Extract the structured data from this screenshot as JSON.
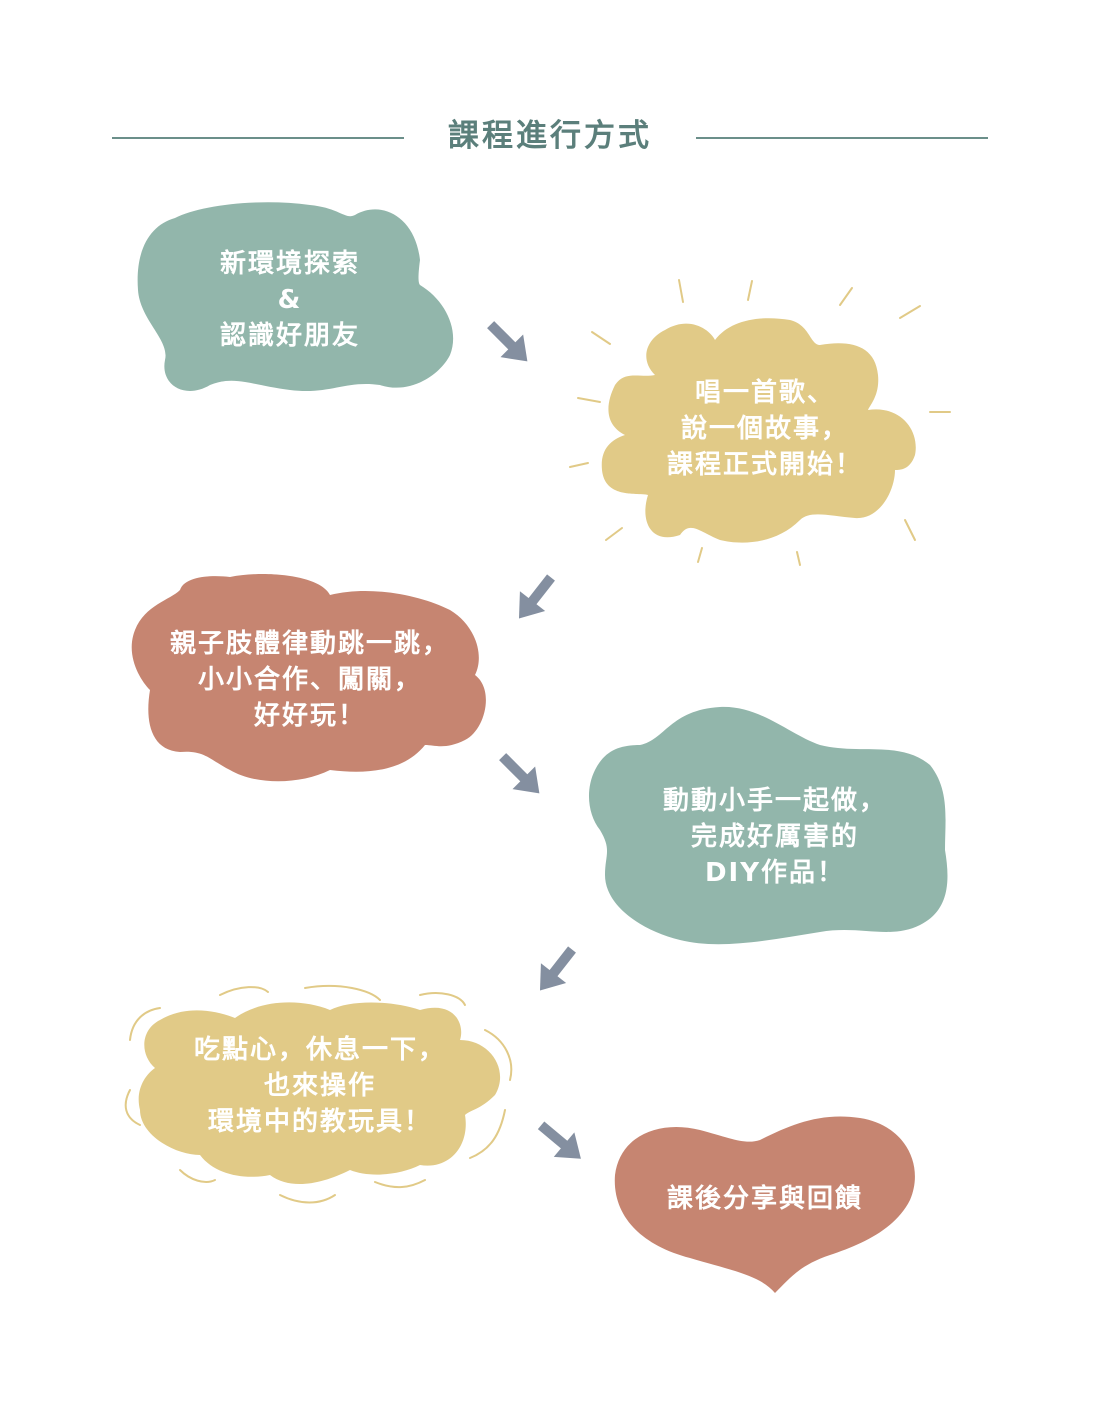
{
  "title": "課程進行方式",
  "colors": {
    "teal": "#92B6AB",
    "yellow": "#E1CA87",
    "terracotta": "#C68571",
    "arrow": "#848FA0",
    "title": "#5B7F7B"
  },
  "steps": [
    {
      "lines": [
        "新環境探索",
        "&",
        "認識好朋友"
      ]
    },
    {
      "lines": [
        "唱一首歌、",
        "說一個故事，",
        "課程正式開始！"
      ]
    },
    {
      "lines": [
        "親子肢體律動跳一跳，",
        "小小合作、闖關，",
        "好好玩！"
      ]
    },
    {
      "lines": [
        "動動小手一起做，",
        "完成好厲害的",
        "DIY作品！"
      ]
    },
    {
      "lines": [
        "吃點心，休息一下，",
        "也來操作",
        "環境中的教玩具！"
      ]
    },
    {
      "lines": [
        "課後分享與回饋"
      ]
    }
  ]
}
